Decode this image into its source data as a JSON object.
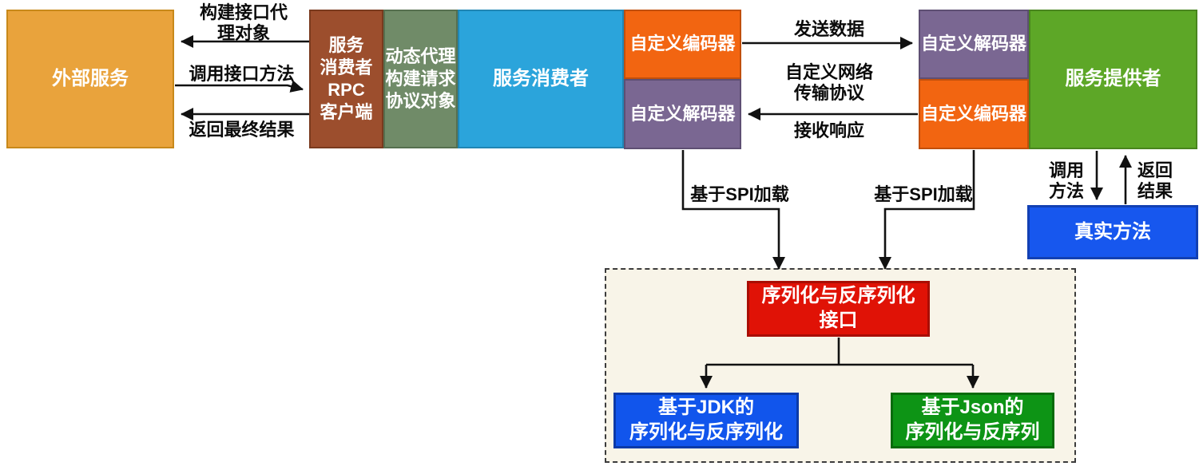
{
  "colors": {
    "external_service": "#E9A33C",
    "rpc_client": "#9C4E2D",
    "dynamic_proxy": "#708B68",
    "service_consumer": "#2BA4DB",
    "encoder": "#F26511",
    "decoder": "#7A6792",
    "service_provider": "#5DA727",
    "real_method": "#1757EE",
    "serialization_interface": "#E01206",
    "jdk_serialization": "#1155EC",
    "json_serialization": "#0D9415",
    "dashed_panel_bg": "#F8F4E8",
    "arrow": "#111111"
  },
  "boxes": {
    "external_service": {
      "label": "外部服务"
    },
    "rpc_client": {
      "label": "服务\n消费者\nRPC\n客户端"
    },
    "dynamic_proxy": {
      "label": "动态代理\n构建请求\n协议对象"
    },
    "service_consumer": {
      "label": "服务消费者"
    },
    "encoder_left": {
      "label": "自定义编码器"
    },
    "decoder_left": {
      "label": "自定义解码器"
    },
    "decoder_right": {
      "label": "自定义解码器"
    },
    "encoder_right": {
      "label": "自定义编码器"
    },
    "service_provider": {
      "label": "服务提供者"
    },
    "real_method": {
      "label": "真实方法"
    },
    "serialization_interface": {
      "label": "序列化与反序列化\n接口"
    },
    "jdk_serialization": {
      "label": "基于JDK的\n序列化与反序列化"
    },
    "json_serialization": {
      "label": "基于Json的\n序列化与反序列"
    }
  },
  "arrow_labels": {
    "build_proxy": "构建接口代\n理对象",
    "call_interface": "调用接口方法",
    "return_final_result": "返回最终结果",
    "send_data": "发送数据",
    "network_protocol": "自定义网络\n传输协议",
    "receive_response": "接收响应",
    "call_method": "调用\n方法",
    "return_result": "返回\n结果",
    "spi_load_left": "基于SPI加载",
    "spi_load_right": "基于SPI加载"
  }
}
